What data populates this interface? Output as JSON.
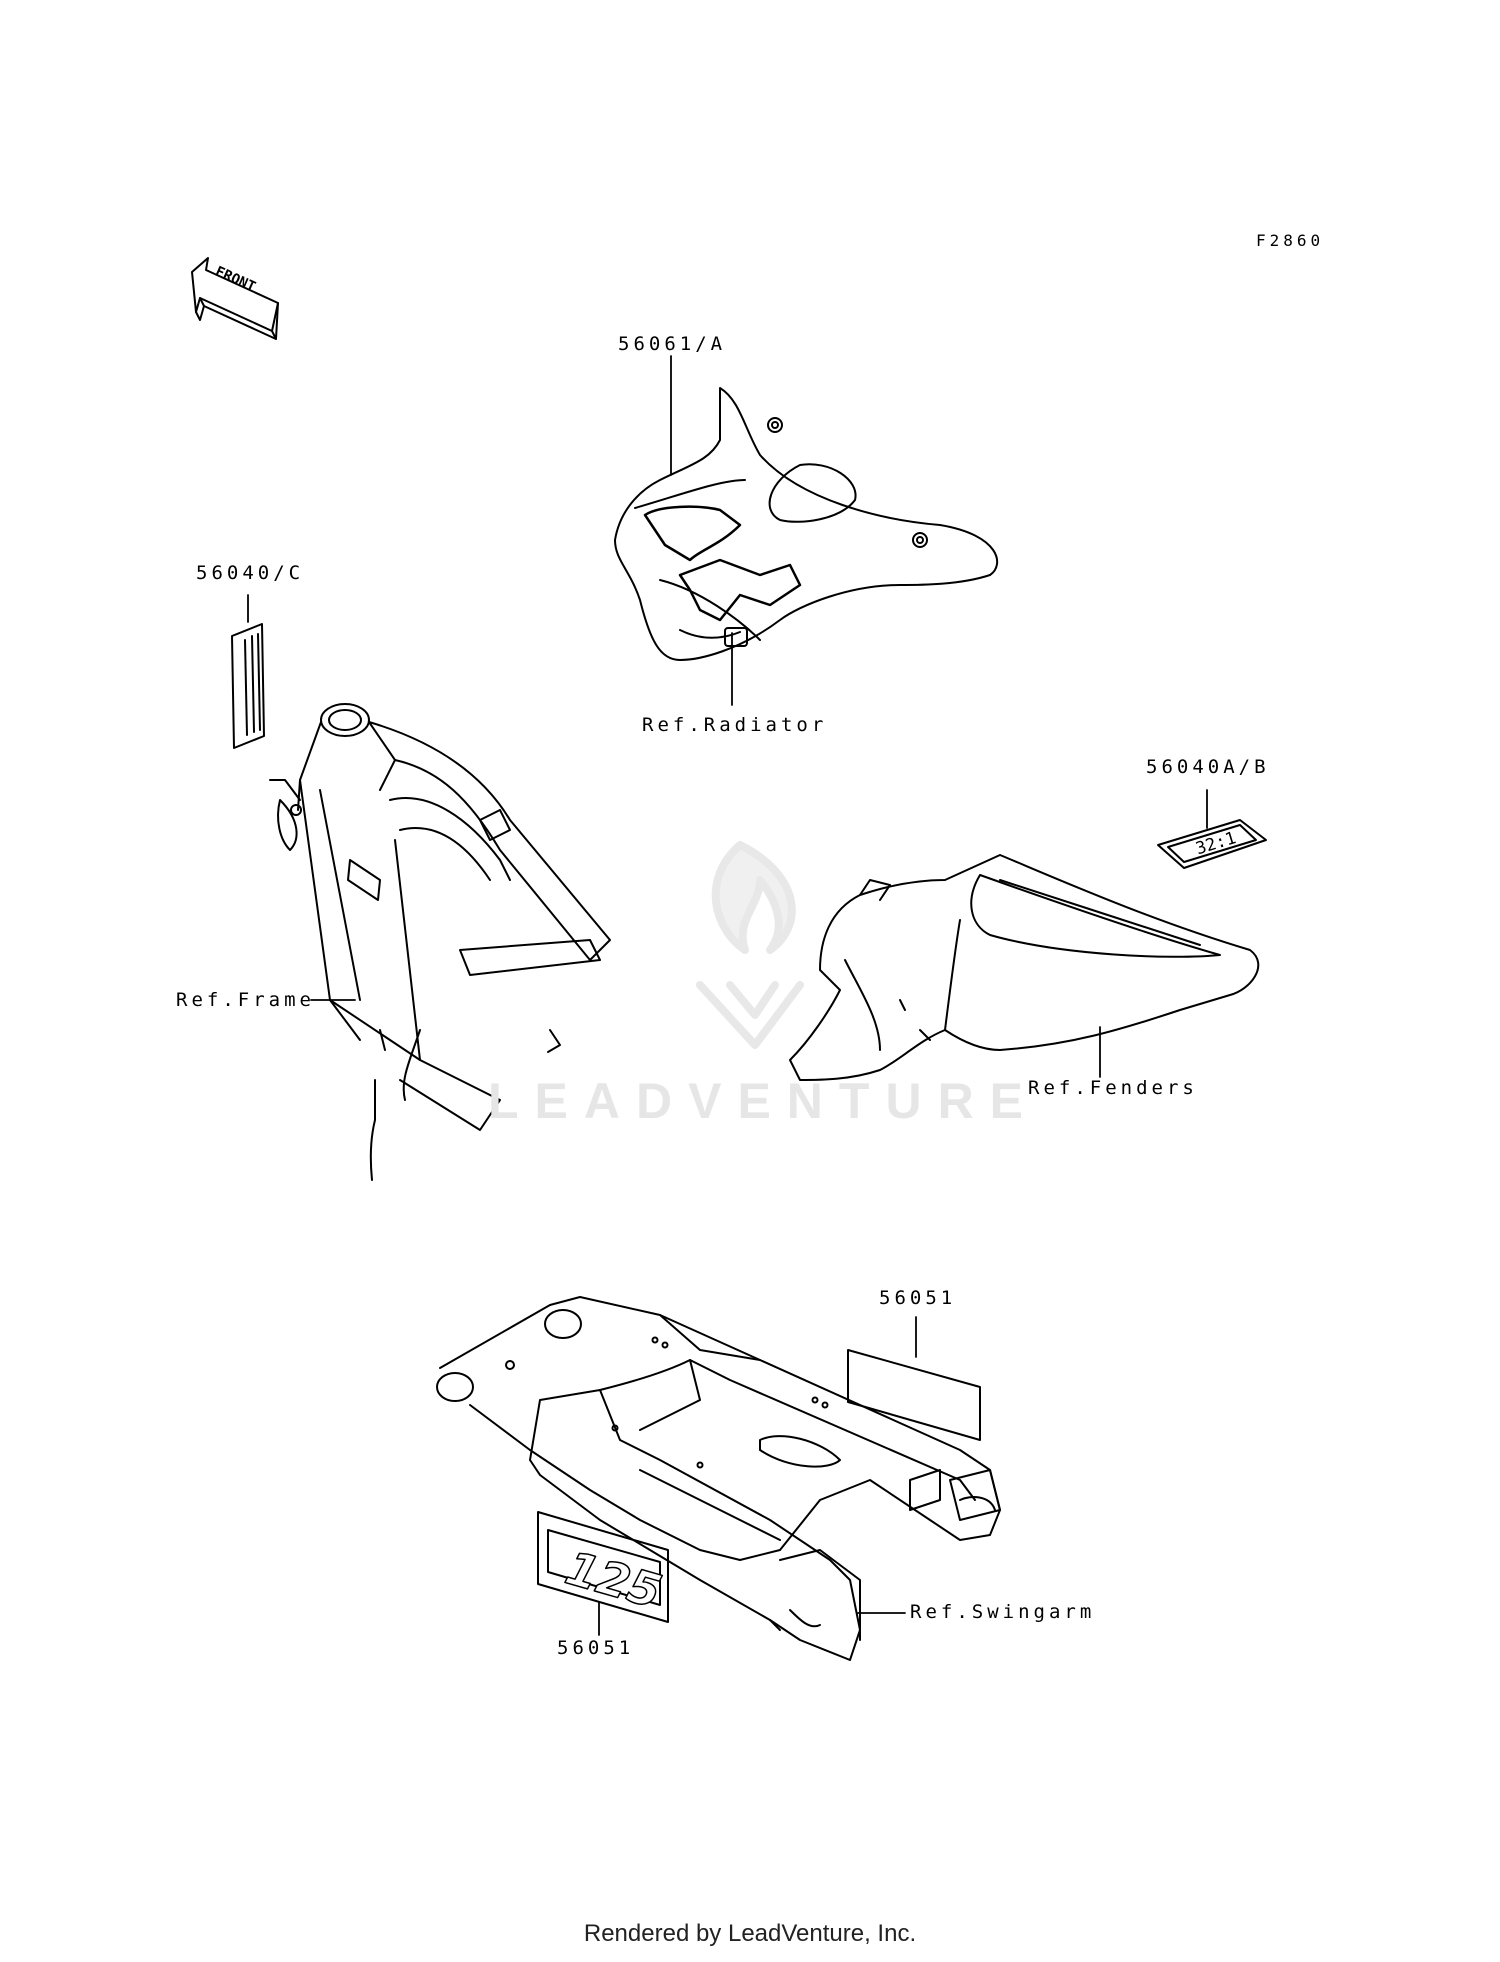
{
  "figure_code": "F2860",
  "front_arrow": {
    "label": "FRONT",
    "icon": "front-arrow-icon"
  },
  "labels": {
    "radiator_shroud_decal": "56061/A",
    "radiator_ref": "Ref.Radiator",
    "frame_decal": "56040/C",
    "frame_ref": "Ref.Frame",
    "fender_decal": "56040A/B",
    "fender_ref": "Ref.Fenders",
    "fender_decal_text": "32:1",
    "swingarm_decal_upper": "56051",
    "swingarm_decal_lower": "56051",
    "swingarm_ref": "Ref.Swingarm",
    "swingarm_decal_text": "125"
  },
  "watermark": "LEADVENTURE",
  "footer": "Rendered by LeadVenture, Inc.",
  "colors": {
    "line": "#000000",
    "background": "#ffffff",
    "watermark": "#e6e6e6"
  }
}
